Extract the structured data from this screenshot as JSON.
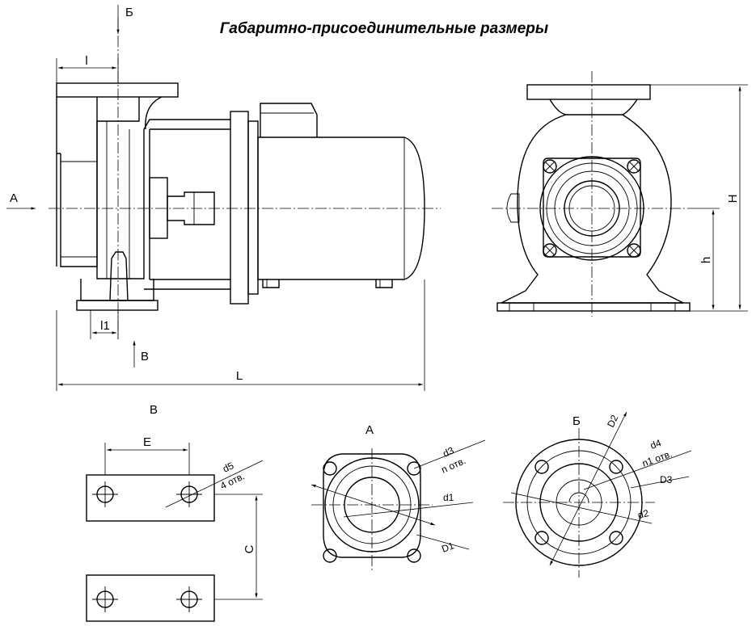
{
  "title": "Габаритно-присоединительные размеры",
  "side_view": {
    "label_A": "А",
    "label_B_top": "Б",
    "label_V_bottom": "В",
    "dim_l": "l",
    "dim_l1": "l1",
    "dim_L": "L"
  },
  "front_view": {
    "dim_H": "H",
    "dim_h": "h"
  },
  "view_V": {
    "title": "В",
    "dim_E": "E",
    "dim_C": "C",
    "dim_d5": "d5",
    "holes_d5": "4 отв."
  },
  "view_A": {
    "title": "А",
    "dim_d3": "d3",
    "holes_d3": "n отв.",
    "dim_d1": "d1",
    "dim_D1": "D1"
  },
  "view_B": {
    "title": "Б",
    "dim_D2": "D2",
    "dim_d4": "d4",
    "holes_d4": "n1 отв.",
    "dim_D3": "D3",
    "dim_d2": "d2"
  }
}
